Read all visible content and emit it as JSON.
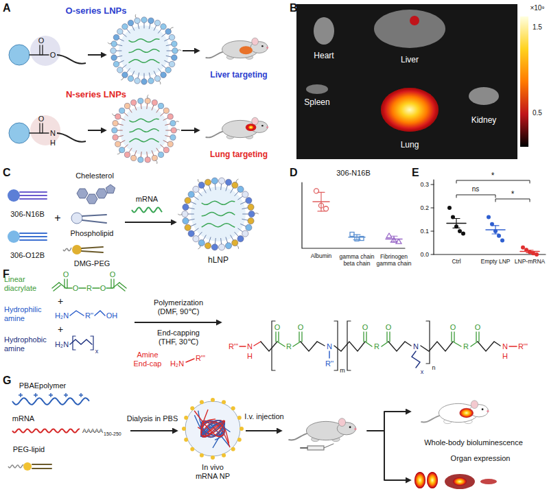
{
  "diagram": {
    "nodes": [
      {
        "text": [
          "Heart",
          "Liver",
          "Spleen",
          "Lung",
          "Kidney"
        ]
      }
    ],
    "labels": [
      "A",
      "O-series LNPs",
      "O",
      "O",
      "Liver targeting",
      "N-series LNPs",
      "O",
      "N",
      "H",
      "Lung targeting",
      "B",
      "×10⁹",
      "1.5",
      "0.5",
      "C",
      "306-N16B",
      "306-O12B",
      "+",
      "Chelesterol",
      "Phospholipid",
      "DMG-PEG",
      "mRNA",
      "hLNP",
      "D",
      "306-N16B",
      "Albumin",
      "gamma chain beta chain",
      "Fibrinogen gamma chain",
      "E",
      "0.3",
      "0.2",
      "0.1",
      "0.0",
      "*",
      "ns",
      "*",
      "Ctrl",
      "Empty LNP",
      "LNP-mRNA",
      "F",
      "Linear diacrylate",
      "O",
      "O",
      "R",
      "O",
      "O",
      "+",
      "Hydrophilic amine",
      "H₂N",
      "R''",
      "OH",
      "+",
      "Hydrophobic amine",
      "H₂N",
      "x",
      "Polymerization (DMF, 90℃)",
      "End-capping (THF, 30℃)",
      "Amine End-cap",
      "H₂N",
      "R'''",
      "R'''",
      "N",
      "H",
      "O",
      "R",
      "O",
      "N",
      "R''",
      "m",
      "O",
      "R",
      "O",
      "N",
      "x",
      "n",
      "O",
      "R",
      "O",
      "N",
      "H",
      "R'''",
      "G",
      "PBAEpolymer",
      "mRNA",
      "AAAAA",
      "150-250",
      "PEG-lipid",
      "Dialysis in PBS",
      "In vivo mRNA NP",
      "I.v. injection",
      "Whole-body bioluminescence",
      "Organ expression"
    ]
  }
}
